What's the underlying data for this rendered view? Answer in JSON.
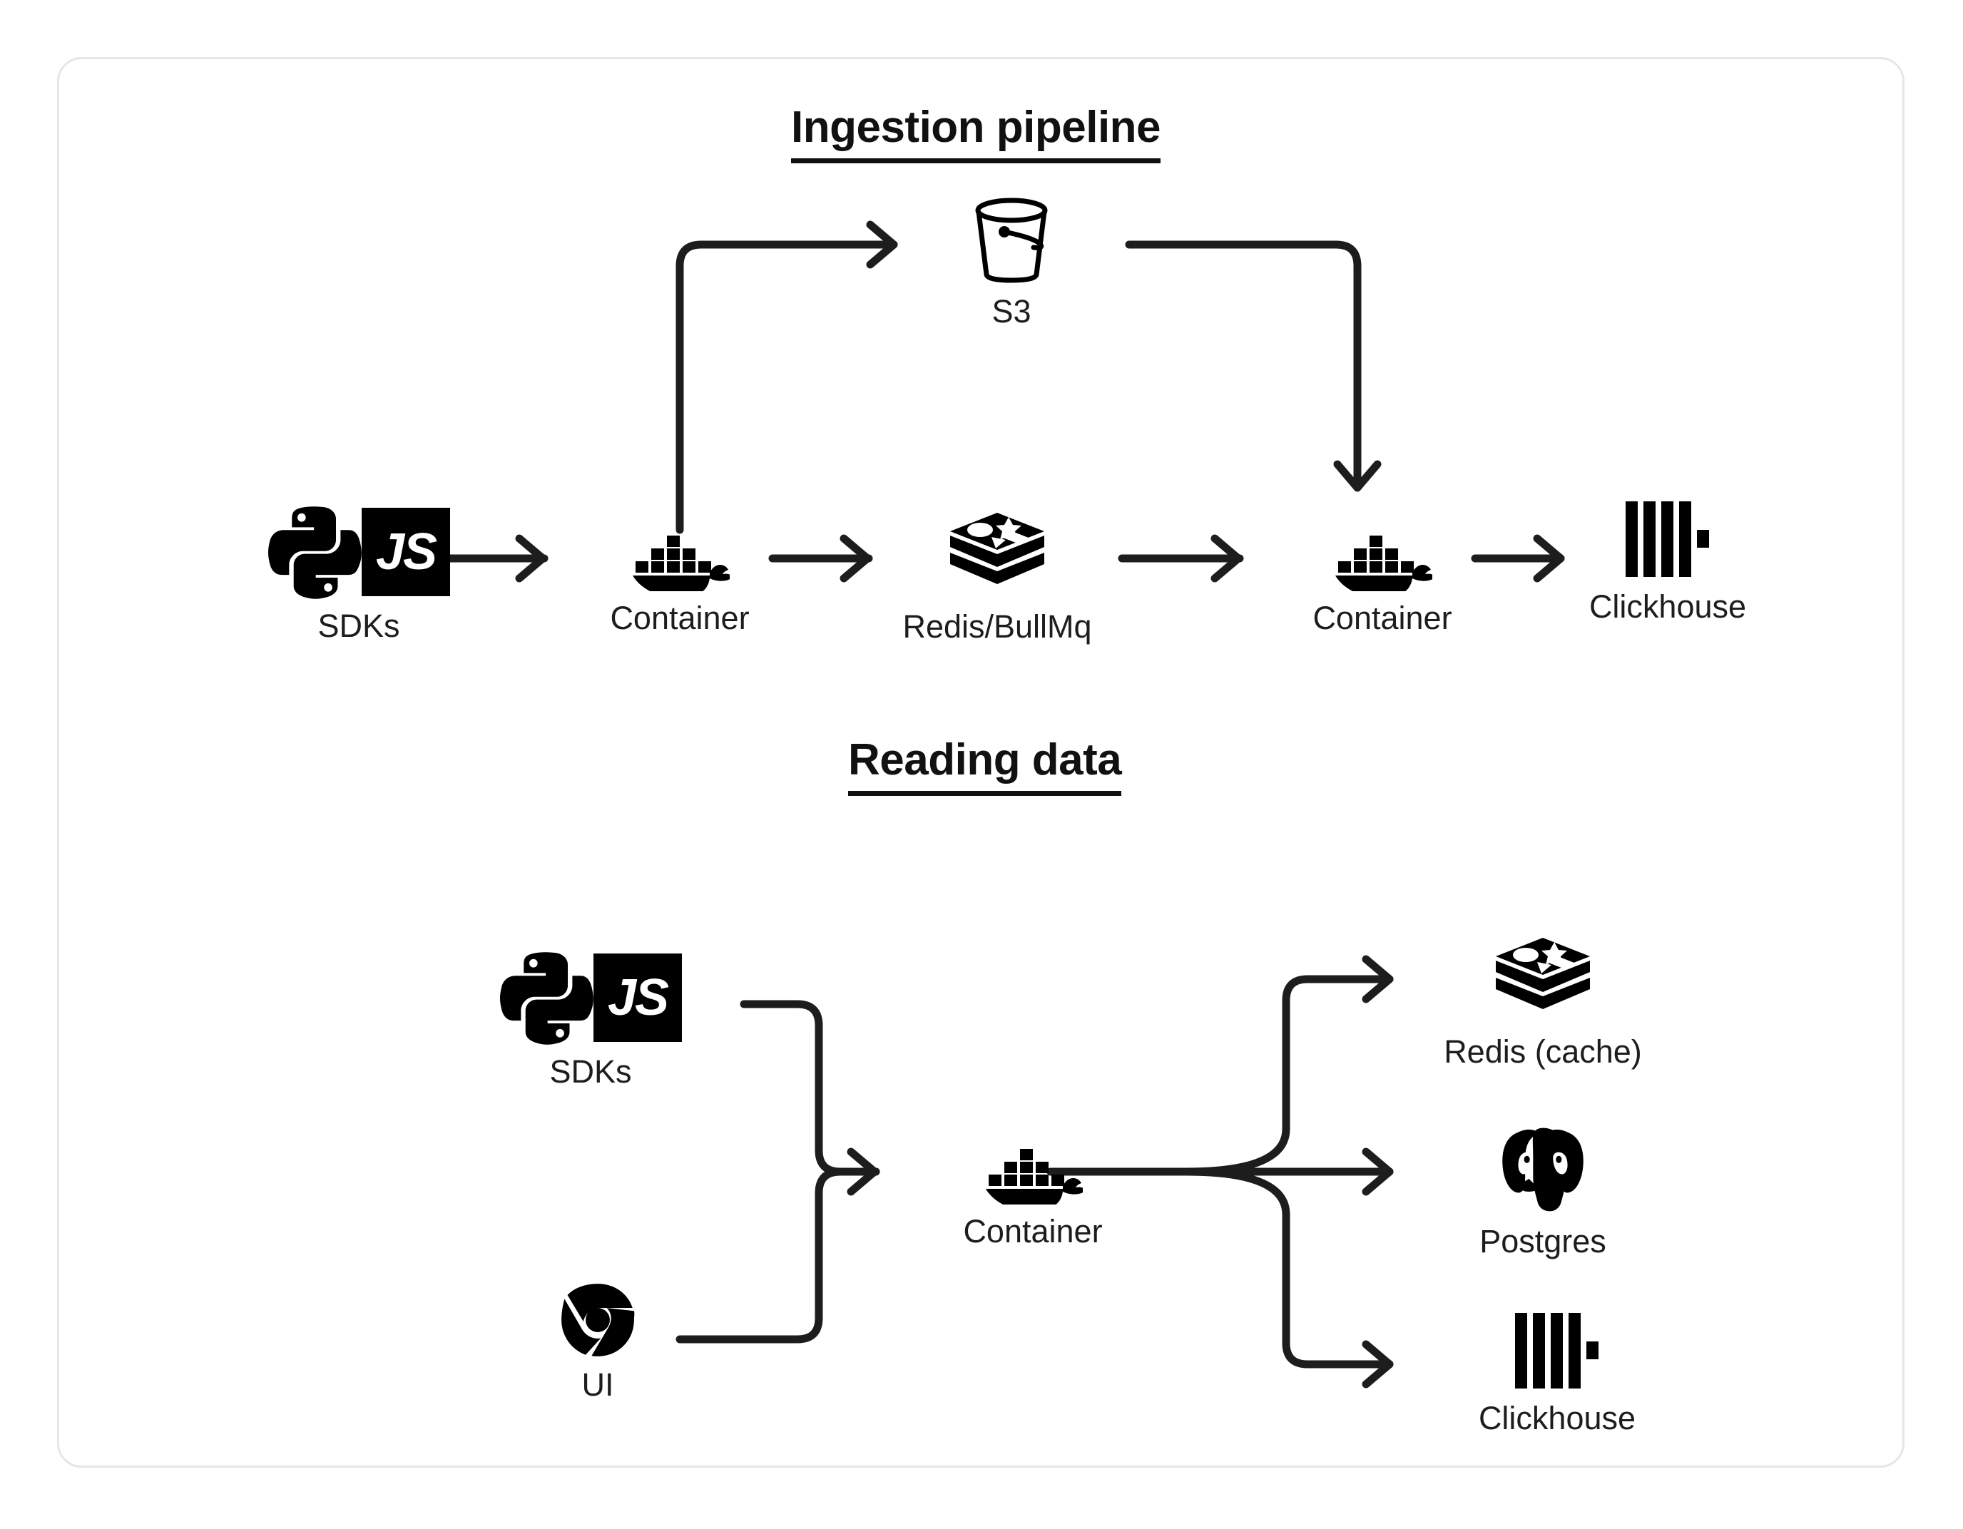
{
  "card": {
    "border_color": "#e6e6e6",
    "background": "#ffffff"
  },
  "sections": [
    {
      "id": "ingestion",
      "title": "Ingestion pipeline",
      "nodes": [
        {
          "id": "sdks-1",
          "label": "SDKs",
          "icon": "python-js-sdk-icon"
        },
        {
          "id": "container-1",
          "label": "Container",
          "icon": "docker-whale-icon"
        },
        {
          "id": "redis-1",
          "label": "Redis/BullMq",
          "icon": "redis-stack-icon"
        },
        {
          "id": "s3",
          "label": "S3",
          "icon": "s3-bucket-icon"
        },
        {
          "id": "container-2",
          "label": "Container",
          "icon": "docker-whale-icon"
        },
        {
          "id": "clickhouse-1",
          "label": "Clickhouse",
          "icon": "clickhouse-bars-icon"
        }
      ],
      "connections": [
        {
          "from": "sdks-1",
          "to": "container-1",
          "style": "straight-arrow"
        },
        {
          "from": "container-1",
          "to": "s3",
          "style": "elbow-up-right-arrow"
        },
        {
          "from": "container-1",
          "to": "redis-1",
          "style": "straight-arrow"
        },
        {
          "from": "s3",
          "to": "container-2",
          "style": "elbow-right-down-arrow"
        },
        {
          "from": "redis-1",
          "to": "container-2",
          "style": "straight-arrow"
        },
        {
          "from": "container-2",
          "to": "clickhouse-1",
          "style": "straight-arrow"
        }
      ]
    },
    {
      "id": "reading",
      "title": "Reading data",
      "nodes": [
        {
          "id": "sdks-2",
          "label": "SDKs",
          "icon": "python-js-sdk-icon"
        },
        {
          "id": "ui",
          "label": "UI",
          "icon": "chrome-browser-icon"
        },
        {
          "id": "container-3",
          "label": "Container",
          "icon": "docker-whale-icon"
        },
        {
          "id": "redis-cache",
          "label": "Redis (cache)",
          "icon": "redis-stack-icon"
        },
        {
          "id": "postgres",
          "label": "Postgres",
          "icon": "postgres-elephant-icon"
        },
        {
          "id": "clickhouse-2",
          "label": "Clickhouse",
          "icon": "clickhouse-bars-icon"
        }
      ],
      "connections": [
        {
          "from": "sdks-2",
          "to": "container-3",
          "style": "merge-down-arrow"
        },
        {
          "from": "ui",
          "to": "container-3",
          "style": "merge-up-arrow"
        },
        {
          "from": "container-3",
          "to": "redis-cache",
          "style": "fan-up-arrow"
        },
        {
          "from": "container-3",
          "to": "postgres",
          "style": "fan-straight-arrow"
        },
        {
          "from": "container-3",
          "to": "clickhouse-2",
          "style": "fan-down-arrow"
        }
      ]
    }
  ],
  "icons": {
    "js_text": "JS"
  },
  "colors": {
    "ink": "#1a1a1a",
    "stroke": "#1d1d1d",
    "card_border": "#e6e6e6",
    "page_background": "#ffffff"
  }
}
